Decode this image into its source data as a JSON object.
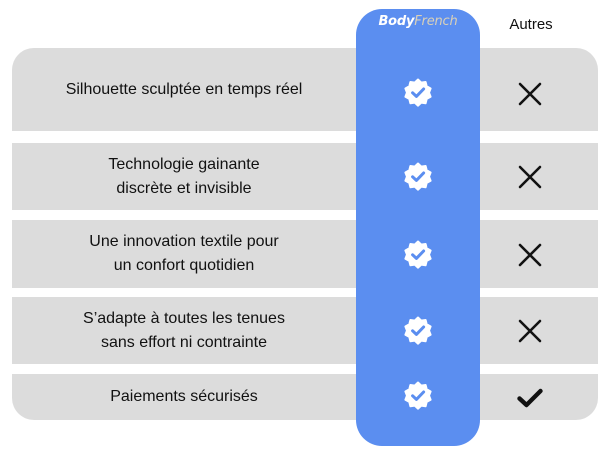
{
  "header": {
    "brand_name_part1": "Body",
    "brand_name_part2": "French",
    "others_label": "Autres"
  },
  "rows": [
    {
      "label": "Silhouette sculptée en temps réel",
      "brand": "verified-badge-icon",
      "others": "cross-icon"
    },
    {
      "label": "Technologie gainante\ndiscrète et invisible",
      "brand": "verified-badge-icon",
      "others": "cross-icon"
    },
    {
      "label": "Une innovation textile pour\nun confort quotidien",
      "brand": "verified-badge-icon",
      "others": "cross-icon"
    },
    {
      "label": "S’adapte à toutes les tenues\nsans effort ni contrainte",
      "brand": "verified-badge-icon",
      "others": "cross-icon"
    },
    {
      "label": "Paiements sécurisés",
      "brand": "verified-badge-icon",
      "others": "checkmark-icon"
    }
  ],
  "colors": {
    "brand_column": "#5b8ef0",
    "row_background": "#dcdcdc",
    "text": "#111111",
    "badge_fill": "#ffffff"
  }
}
